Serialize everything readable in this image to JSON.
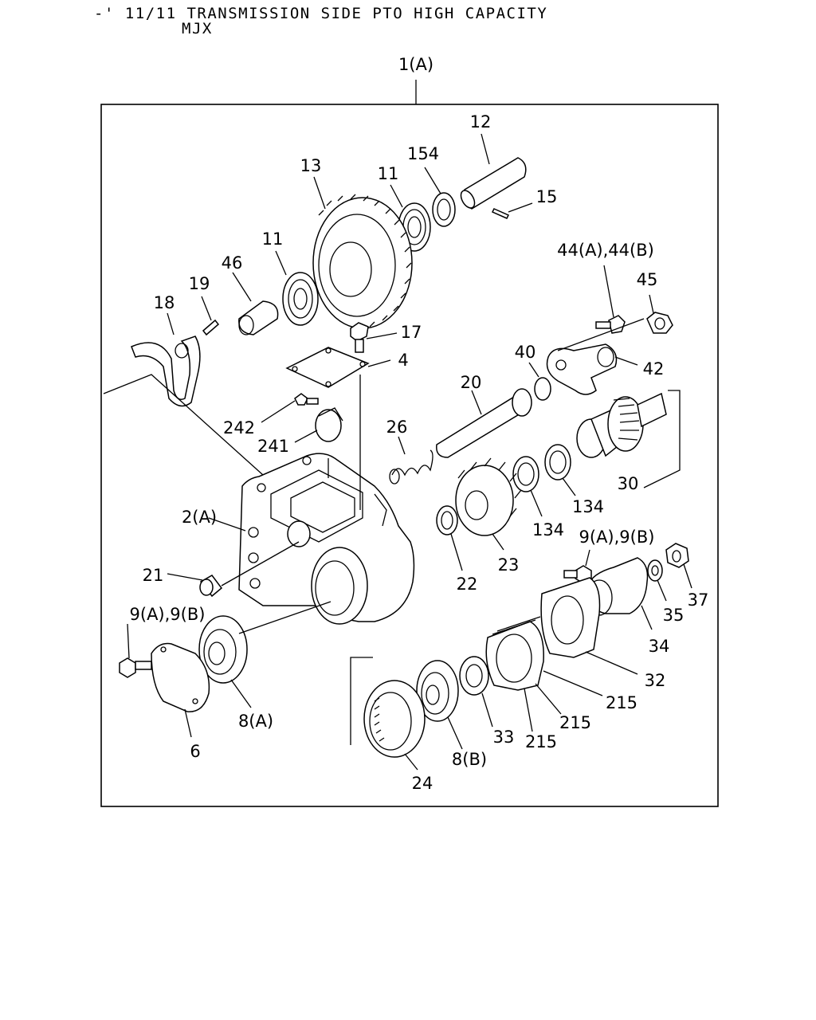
{
  "header": {
    "line1": "-' 11/11 TRANSMISSION SIDE PTO HIGH CAPACITY",
    "line2": "MJX"
  },
  "labels": {
    "l1A": "1(A)",
    "l12": "12",
    "l154": "154",
    "l13": "13",
    "l11a": "11",
    "l15": "15",
    "l11b": "11",
    "l46": "46",
    "l19": "19",
    "l18": "18",
    "l44": "44(A),44(B)",
    "l45": "45",
    "l17": "17",
    "l4": "4",
    "l40": "40",
    "l42": "42",
    "l20": "20",
    "l242": "242",
    "l241": "241",
    "l26": "26",
    "l30": "30",
    "l2A": "2(A)",
    "l134a": "134",
    "l134b": "134",
    "l9a": "9(A),9(B)",
    "l21": "21",
    "l22": "22",
    "l23": "23",
    "l37": "37",
    "l35": "35",
    "l9b": "9(A),9(B)",
    "l34": "34",
    "l32": "32",
    "l215a": "215",
    "l215b": "215",
    "l215c": "215",
    "l8A": "8(A)",
    "l6": "6",
    "l33": "33",
    "l8B": "8(B)",
    "l24": "24"
  }
}
